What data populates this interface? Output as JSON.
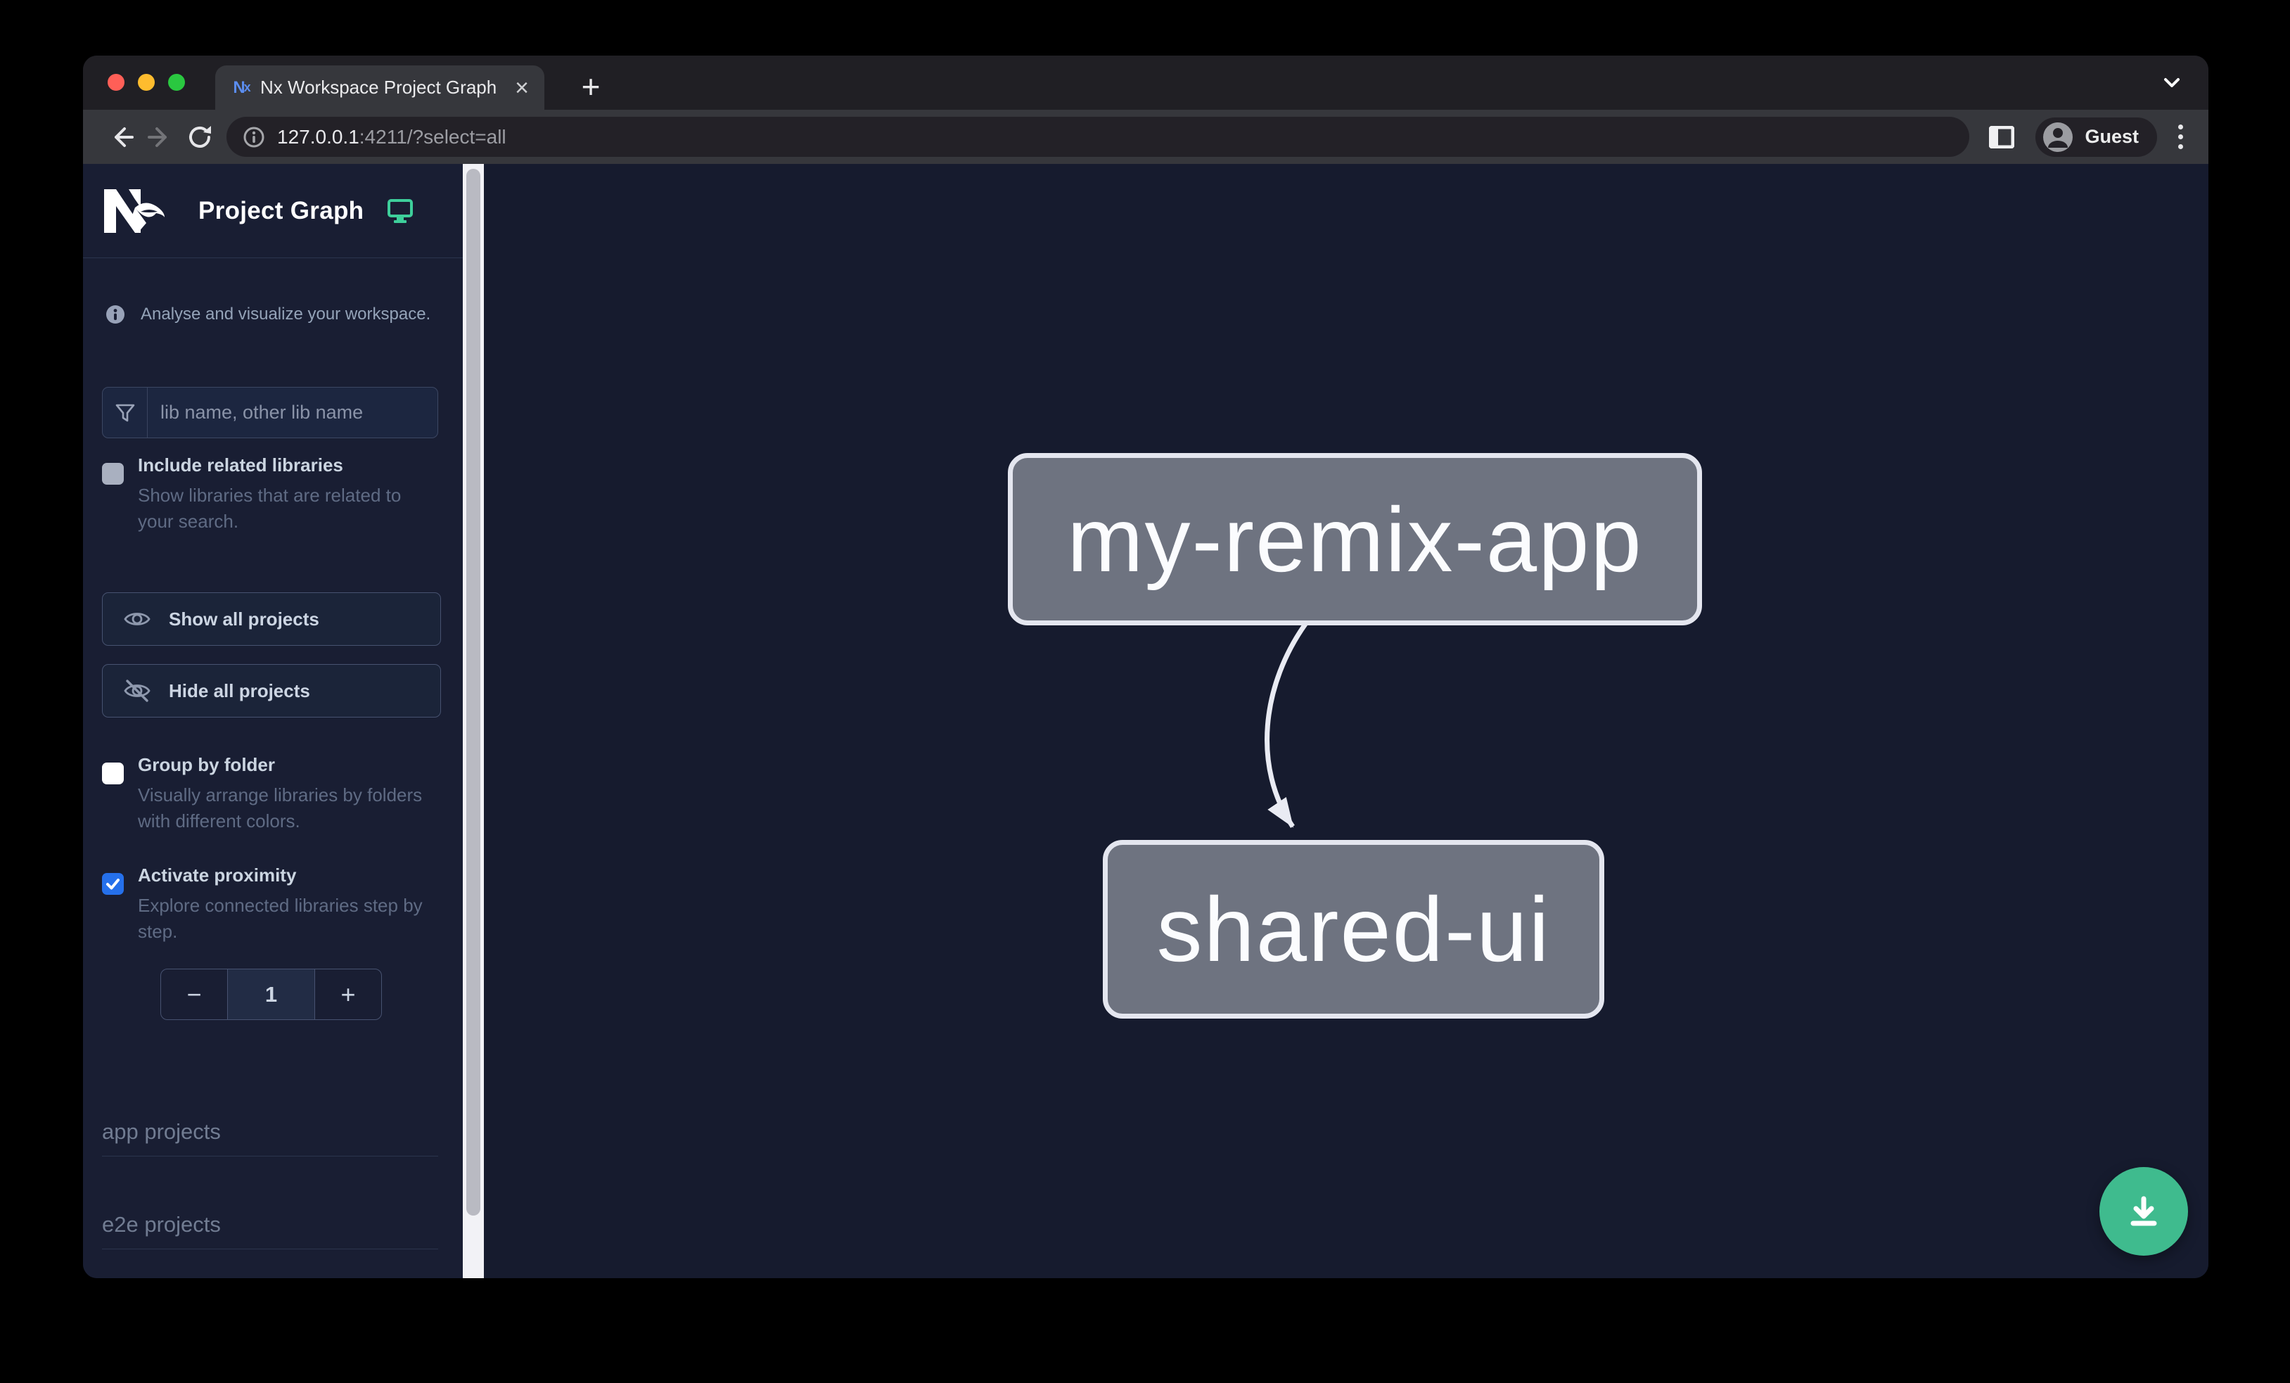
{
  "browser": {
    "tab_title": "Nx Workspace Project Graph",
    "new_tab_glyph": "+",
    "close_tab_glyph": "×",
    "url": {
      "host": "127.0.0.1",
      "rest": ":4211/?select=all"
    },
    "profile_label": "Guest"
  },
  "sidebar": {
    "app_title": "Project Graph",
    "tagline": "Analyse and visualize your workspace.",
    "filter": {
      "placeholder": "lib name, other lib name"
    },
    "toggles": [
      {
        "label": "Include related libraries",
        "description": "Show libraries that are related to your search.",
        "checked": false,
        "disabled": true
      },
      {
        "label": "Group by folder",
        "description": "Visually arrange libraries by folders with different colors.",
        "checked": false
      },
      {
        "label": "Activate proximity",
        "description": "Explore connected libraries step by step.",
        "checked": true
      }
    ],
    "actions": [
      {
        "label": "Show all projects",
        "icon": "eye-icon"
      },
      {
        "label": "Hide all projects",
        "icon": "eye-off-icon"
      }
    ],
    "proximity_stepper": {
      "decrement": "−",
      "value": "1",
      "increment": "+"
    },
    "sections": [
      {
        "label": "app projects"
      },
      {
        "label": "e2e projects"
      }
    ]
  },
  "graph": {
    "nodes": [
      {
        "id": "my-remix-app",
        "label": "my-remix-app"
      },
      {
        "id": "shared-ui",
        "label": "shared-ui"
      }
    ],
    "edges": [
      {
        "source": "my-remix-app",
        "target": "shared-ui"
      }
    ]
  },
  "colors": {
    "checkbox_accent": "#2570eb",
    "fab_green": "#3fbb8e",
    "monitor_icon_teal": "#3ecf9b",
    "node_fill": "#6e7380",
    "node_border": "#e4e6ef",
    "edge": "#e9ebf3",
    "sidebar_bg": "#191e33",
    "canvas_bg": "#161b2e"
  }
}
